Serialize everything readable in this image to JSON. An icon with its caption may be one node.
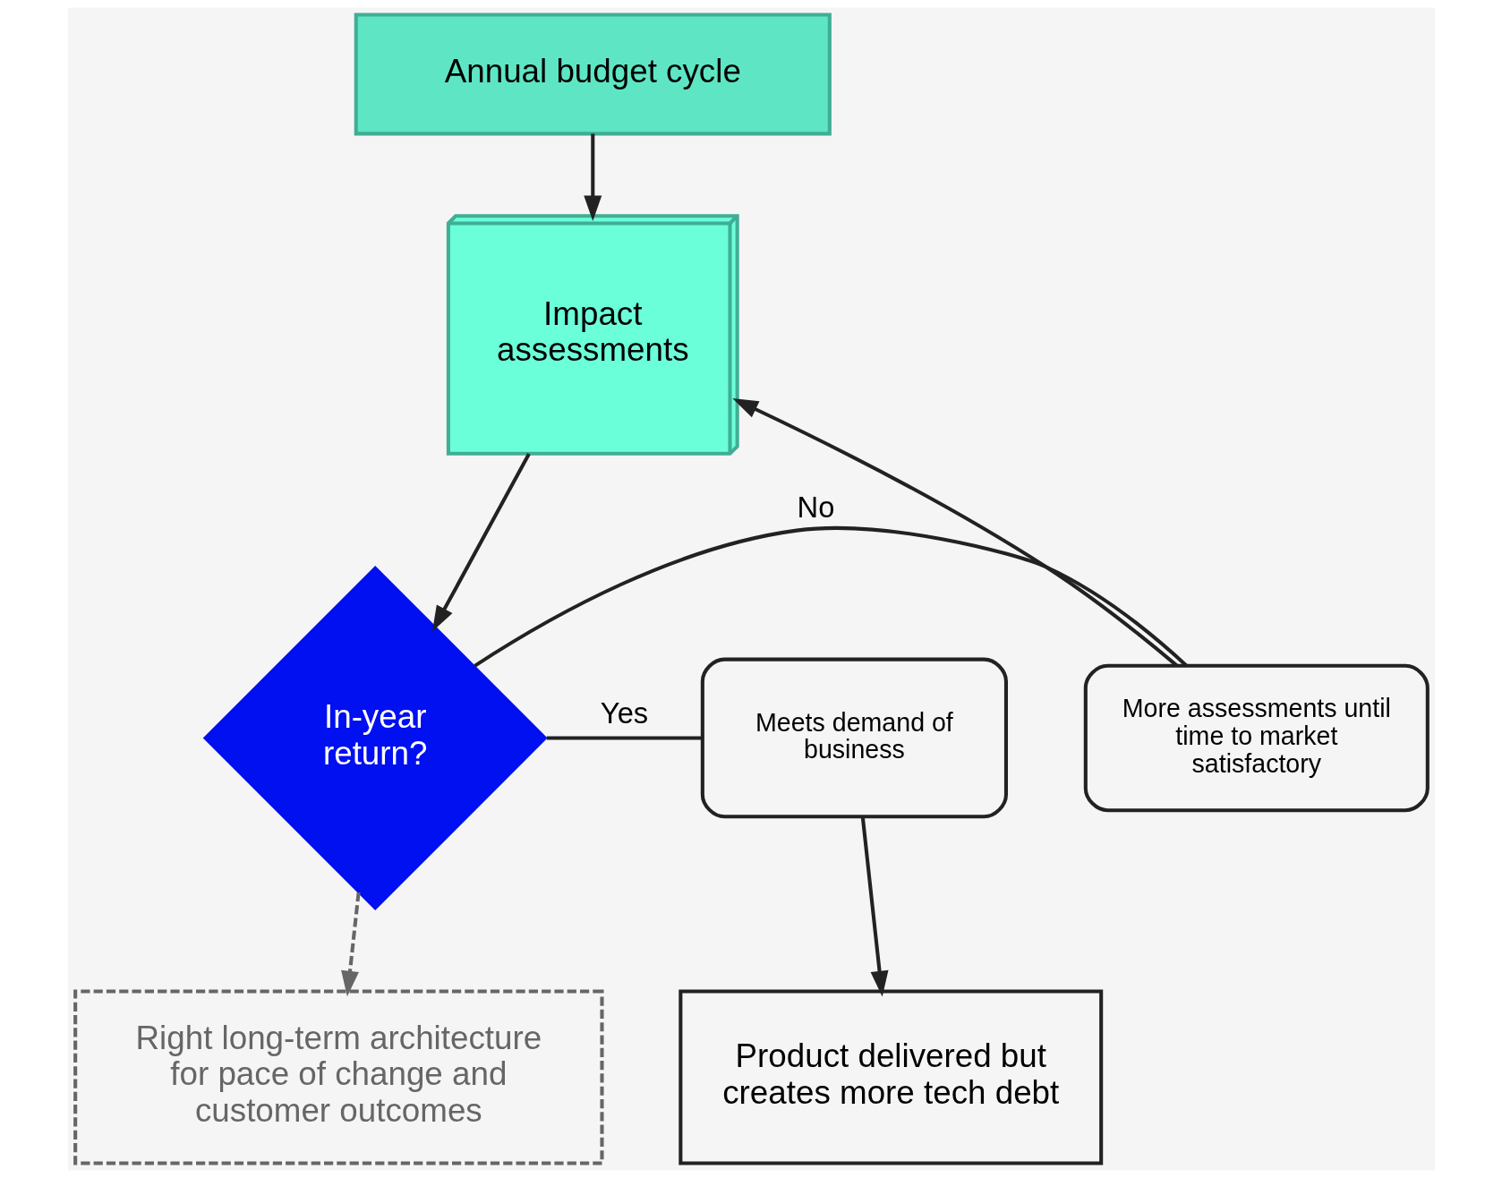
{
  "diagram": {
    "nodes": [
      {
        "text": [
          "Annual budget cycle"
        ]
      },
      {
        "text": [
          "Impact assessments"
        ]
      },
      {
        "text": [
          "In-year return?"
        ]
      },
      {
        "text": [
          "More assessments until time to market satisfactory"
        ]
      },
      {
        "text": [
          "Meets demand of business"
        ]
      },
      {
        "text": [
          "Right long-term architecture for pace of change and customer outcomes"
        ]
      },
      {
        "text": [
          "Product delivered but creates more tech debt"
        ]
      }
    ],
    "edges": [
      {
        "from": 0,
        "to": 1,
        "arrow": "to"
      },
      {
        "from": 1,
        "to": 2,
        "arrow": "to"
      },
      {
        "from": 2,
        "to": 3,
        "arrow": "none",
        "label": "No"
      },
      {
        "from": 3,
        "to": 1,
        "arrow": "to"
      },
      {
        "from": 2,
        "to": 5,
        "arrow": "to",
        "style": "dashed",
        "color": "#666666"
      },
      {
        "from": 2,
        "to": 4,
        "arrow": "none",
        "label": "Yes"
      },
      {
        "from": 4,
        "to": 6,
        "arrow": "to"
      }
    ]
  }
}
